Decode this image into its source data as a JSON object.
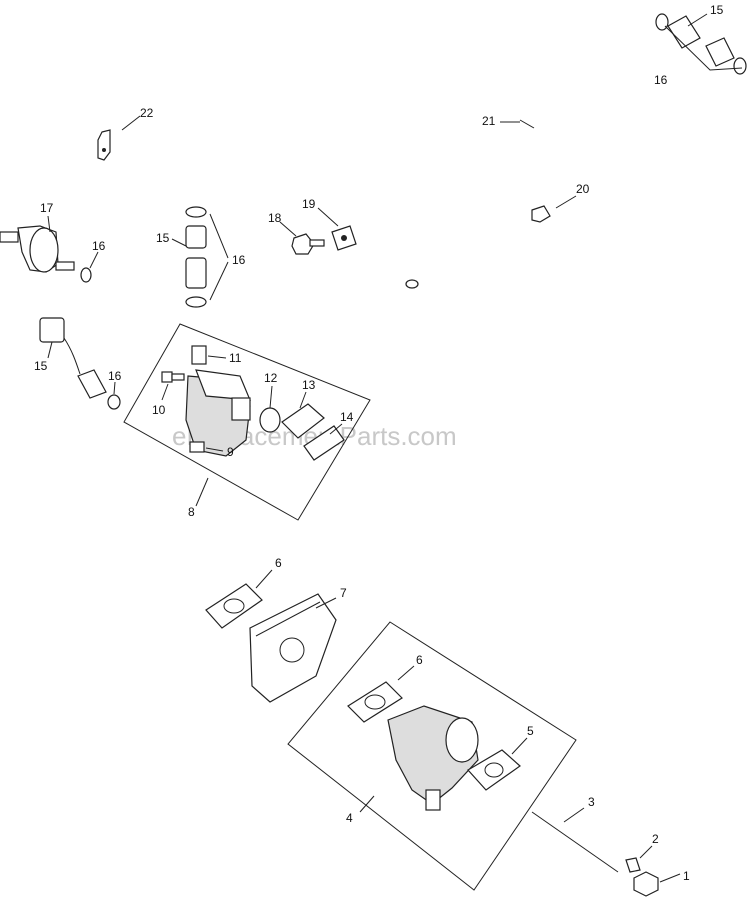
{
  "watermark": "eReplacementParts.com",
  "callouts": {
    "c1": "1",
    "c2": "2",
    "c3": "3",
    "c4": "4",
    "c5": "5",
    "c6a": "6",
    "c6b": "6",
    "c7": "7",
    "c8": "8",
    "c9": "9",
    "c10": "10",
    "c11": "11",
    "c12": "12",
    "c13": "13",
    "c14": "14",
    "c15a": "15",
    "c15b": "15",
    "c15c": "15",
    "c16a": "16",
    "c16b": "16",
    "c16c": "16",
    "c16d": "16",
    "c17": "17",
    "c18": "18",
    "c19": "19",
    "c20": "20",
    "c21": "21",
    "c22": "22"
  }
}
